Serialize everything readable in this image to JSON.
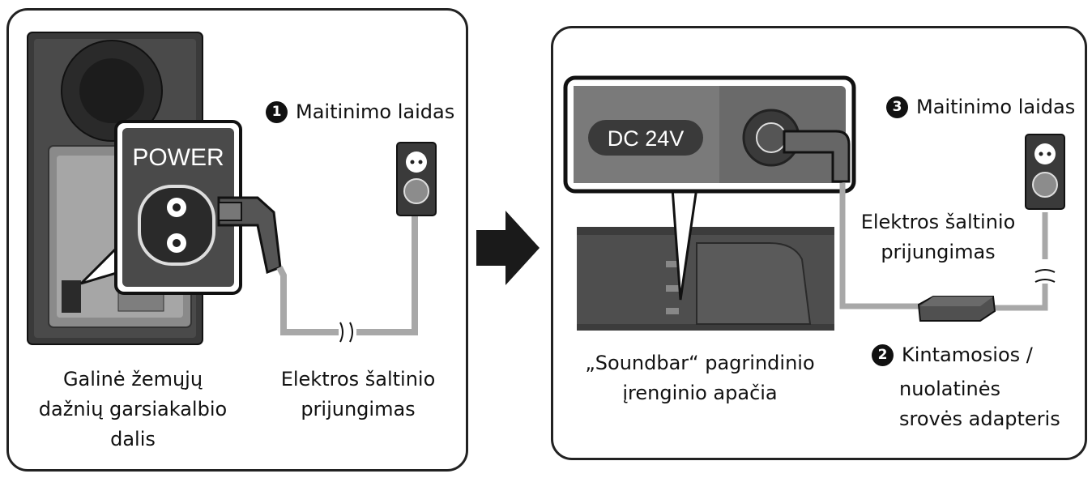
{
  "left_panel": {
    "power_label": "POWER",
    "callout_1": {
      "number": "1",
      "label": "Maitinimo laidas"
    },
    "subwoofer_caption": [
      "Galinė žemųjų",
      "dažnių garsiakalbio",
      "dalis"
    ],
    "power_source_caption": [
      "Elektros šaltinio",
      "prijungimas"
    ]
  },
  "right_panel": {
    "dc_label": "DC 24V",
    "callout_3": {
      "number": "3",
      "label": "Maitinimo laidas"
    },
    "power_source_caption": [
      "Elektros šaltinio",
      "prijungimas"
    ],
    "soundbar_caption": [
      "„Soundbar“ pagrindinio",
      "įrenginio apačia"
    ],
    "callout_2": {
      "number": "2",
      "label": "Kintamosios /"
    },
    "adapter_caption_rest": [
      "nuolatinės",
      "srovės adapteris"
    ]
  },
  "colors": {
    "dark": "#2b2b2b",
    "mid": "#6e6e6e",
    "light": "#c9c9c9",
    "cable": "#a8a8a8"
  }
}
